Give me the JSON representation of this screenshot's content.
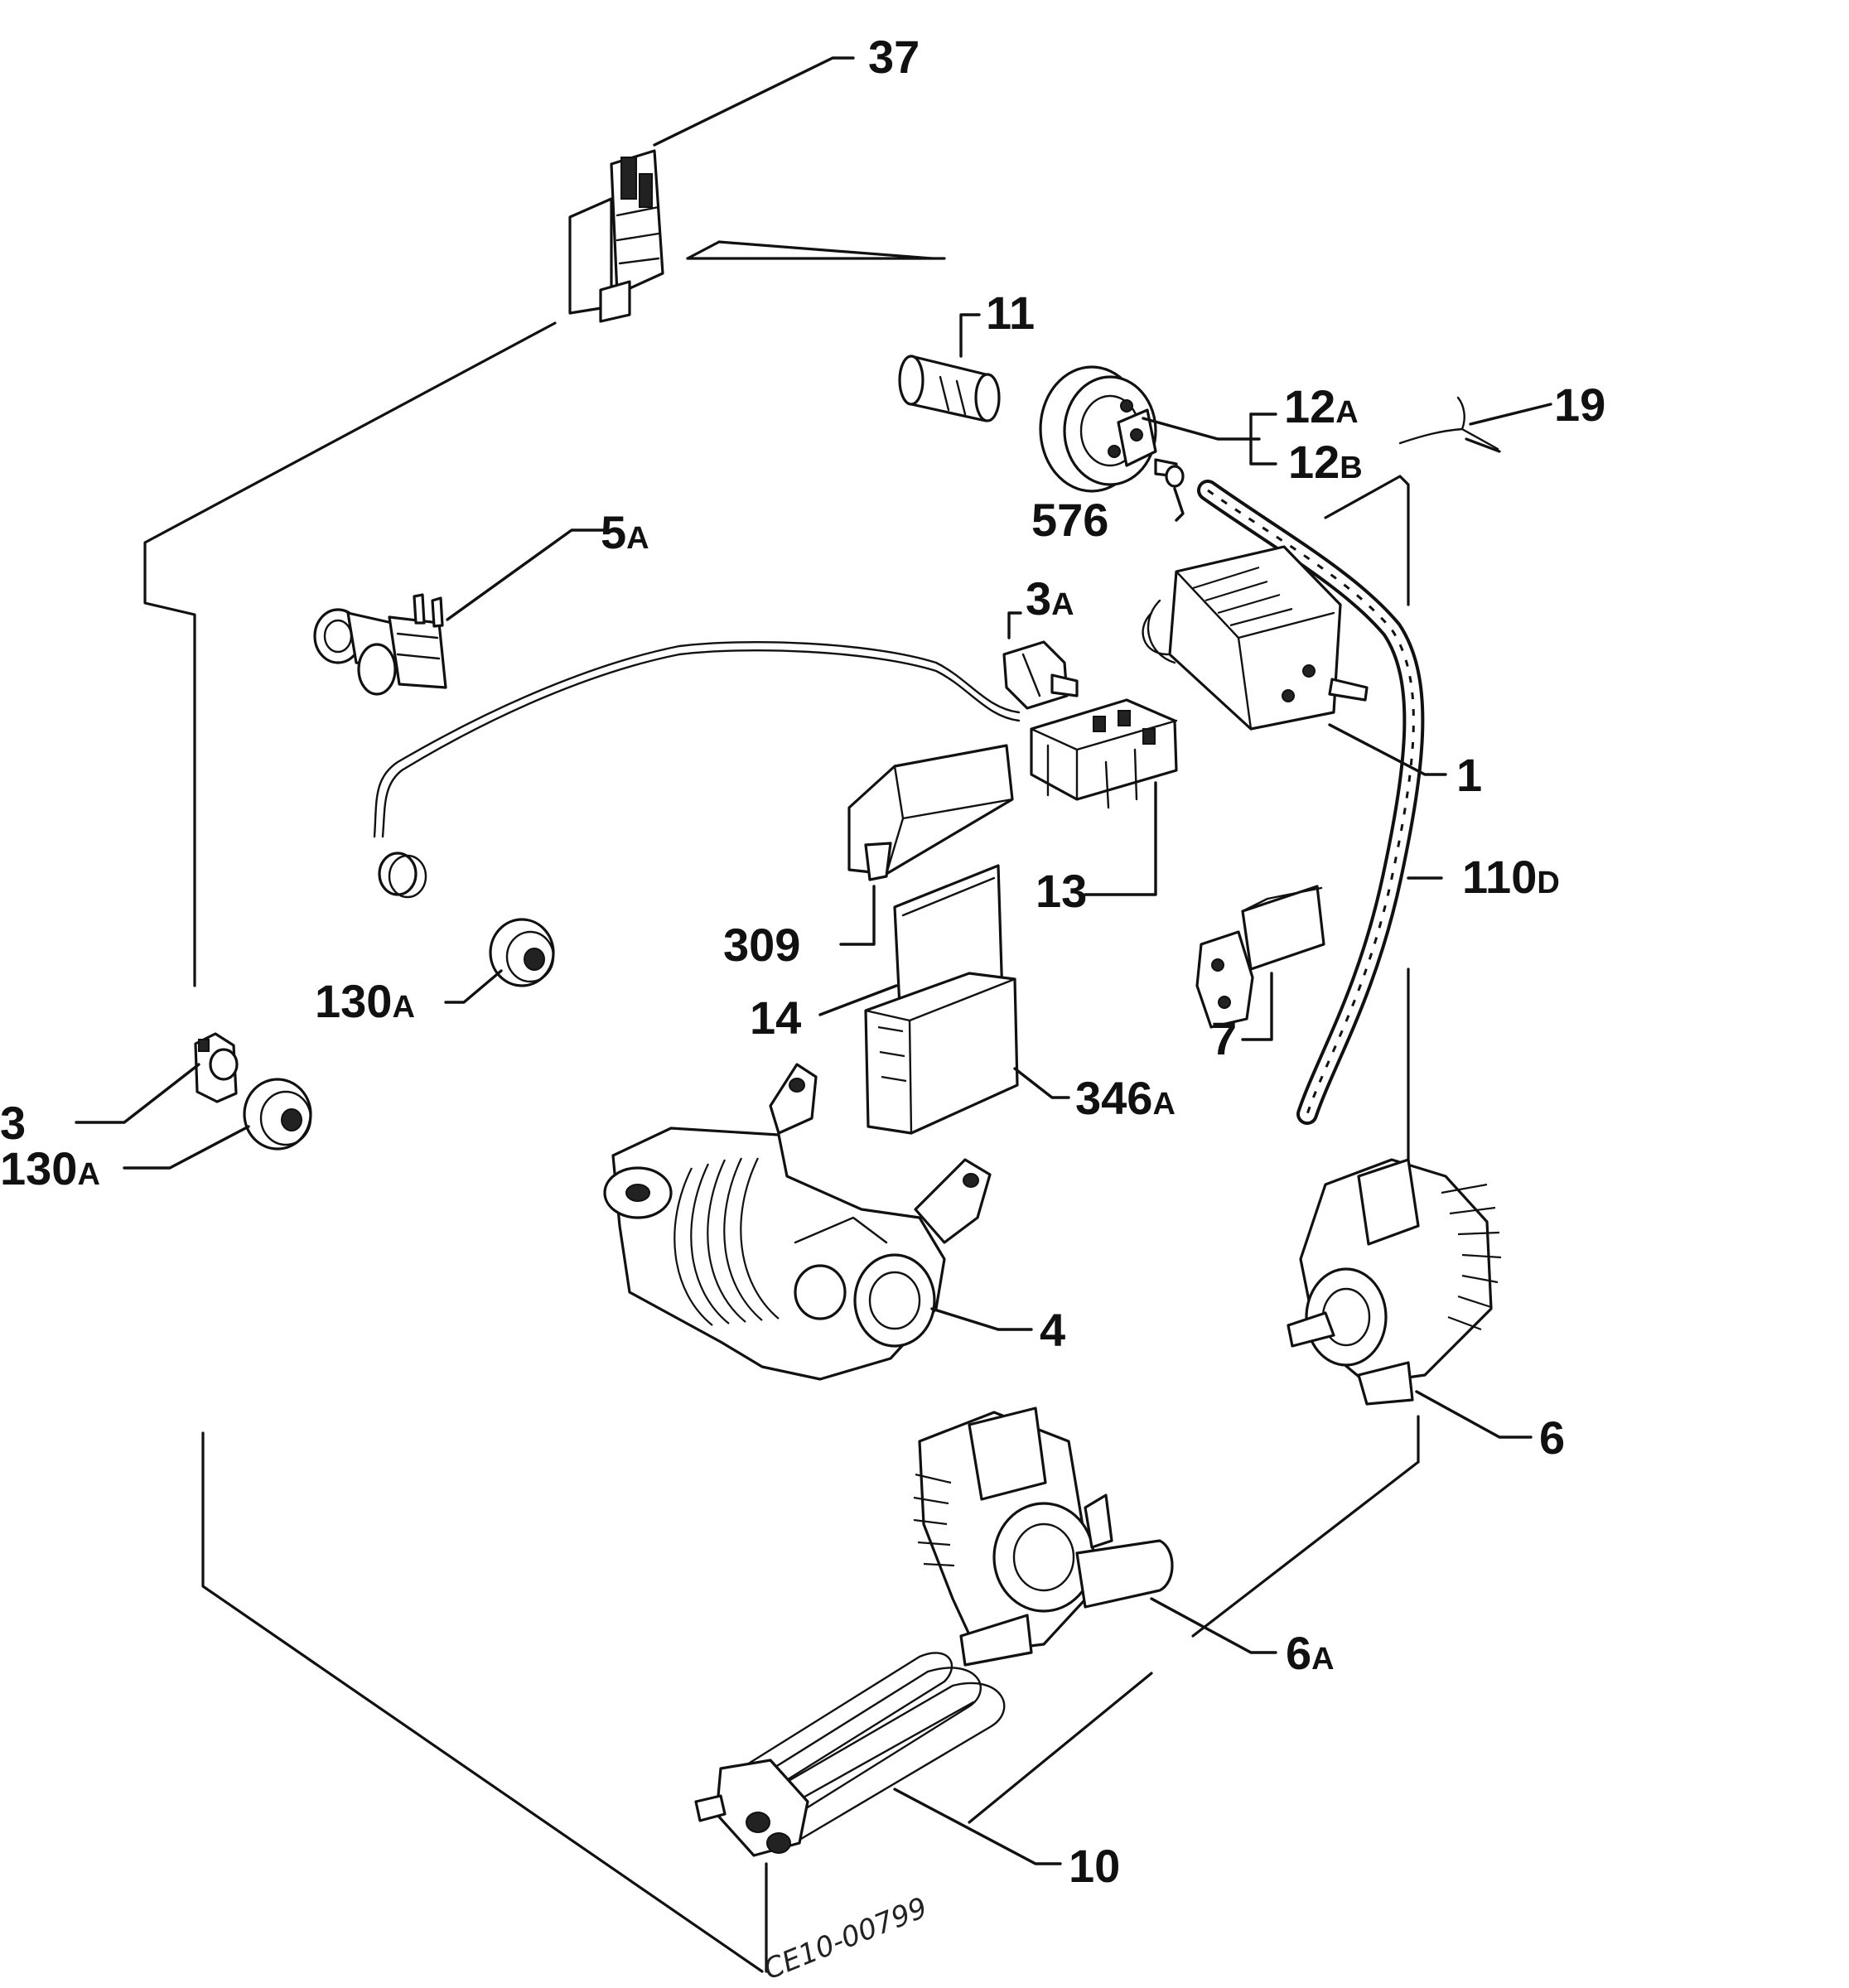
{
  "labels": {
    "l37": "37",
    "l11": "11",
    "l12a_n": "12",
    "l12a_s": "A",
    "l12b_n": "12",
    "l12b_s": "B",
    "l19": "19",
    "l576": "576",
    "l5a_n": "5",
    "l5a_s": "A",
    "l3a_n": "3",
    "l3a_s": "A",
    "l1": "1",
    "l13": "13",
    "l110d_n": "110",
    "l110d_s": "D",
    "l309": "309",
    "l130a1_n": "130",
    "l130a1_s": "A",
    "l14": "14",
    "l7": "7",
    "l3": "3",
    "l130a2_n": "130",
    "l130a2_s": "A",
    "l346a_n": "346",
    "l346a_s": "A",
    "l4": "4",
    "l6": "6",
    "l6a_n": "6",
    "l6a_s": "A",
    "l10": "10"
  },
  "stamp": "CE10-00799"
}
